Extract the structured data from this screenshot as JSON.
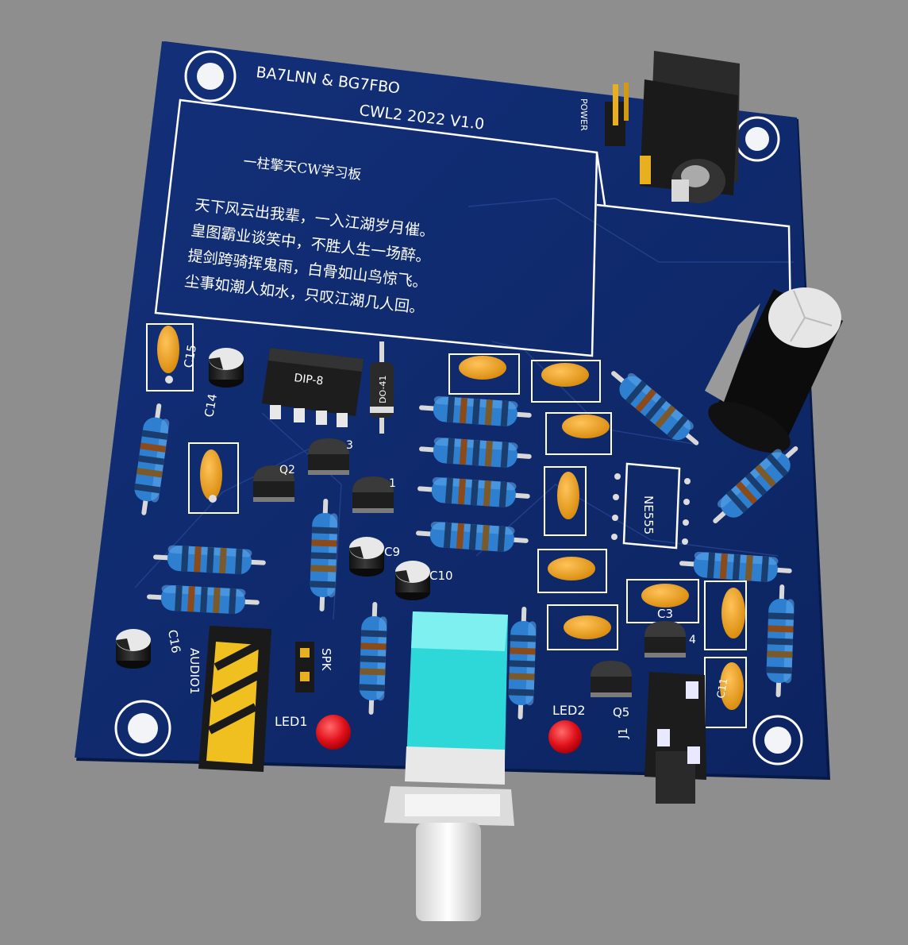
{
  "board": {
    "title_line1": "BA7LNN & BG7FBO",
    "title_line2": "CWL2 2022 V1.0",
    "subtitle": "一柱擎天CW学习板",
    "poem": [
      "天下风云出我辈，一入江湖岁月催。",
      "皇图霸业谈笑中，不胜人生一场醉。",
      "提剑跨骑挥鬼雨，白骨如山鸟惊飞。",
      "尘事如潮人如水，只叹江湖几人回。"
    ]
  },
  "labels": {
    "power": "POWER",
    "dip8": "DIP-8",
    "do41": "DO-41",
    "ne555": "NE555",
    "audio1": "AUDIO1",
    "spk": "SPK",
    "led1": "LED1",
    "led2": "LED2",
    "j1": "J1",
    "q5": "Q5",
    "c3": "C3",
    "c9": "C9",
    "c10": "C10",
    "c11": "C11",
    "c14": "C14",
    "c15": "C15",
    "c16": "C16",
    "q2": "Q2",
    "q3": "3",
    "q1": "1",
    "q4": "4"
  },
  "colors": {
    "background": "#8e8e8e",
    "pcb": "#0f2a6e",
    "silkscreen": "#ffffff",
    "resistor_body": "#2f7fd0",
    "ceramic_cap": "#f0a21a",
    "led_red": "#e0101a",
    "pot_cyan": "#2fd8d8"
  }
}
